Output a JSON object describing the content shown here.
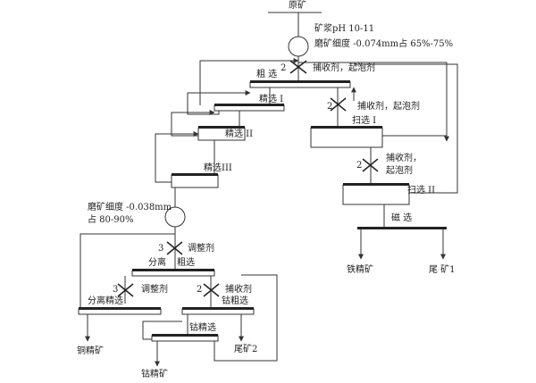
{
  "feed": {
    "ore": "原矿",
    "pulp_ph": "矿浆pH 10-11",
    "grind1": "磨矿细度 -0.074mm占 65%-75%"
  },
  "rougher": {
    "label": "粗 选",
    "stage_no": "2",
    "reagent": "捕收剂，起泡剂"
  },
  "cleaner1": {
    "label": "精选 I"
  },
  "scavenger1": {
    "label": "扫选 I",
    "stage_no": "2",
    "reagent": "捕收剂，起泡剂"
  },
  "cleaner2": {
    "label": "精选 II"
  },
  "cleaner3": {
    "label": "精选III"
  },
  "scavenger2": {
    "label": "扫选 II",
    "stage_no": "2",
    "reagent_line1": "捕收剂，",
    "reagent_line2": "起泡剂"
  },
  "magnetic": {
    "label": "磁 选",
    "iron_conc": "铁精矿",
    "tailing1": "尾 矿1"
  },
  "grind2": {
    "line1": "磨矿细度 -0.038mm",
    "line2": "占 80-90%"
  },
  "separation_conditioner": {
    "stage_no": "3",
    "reagent": "调整剂"
  },
  "separation_rougher": {
    "label_left": "分离",
    "label_right": "粗选"
  },
  "separation_cleaner": {
    "stage_no": "3",
    "reagent": "调整剂",
    "label": "分离精选"
  },
  "cobalt_rougher": {
    "stage_no": "2",
    "reagent": "捕收剂",
    "label": "钴粗选"
  },
  "cobalt_cleaner": {
    "label": "钴精选"
  },
  "products": {
    "copper_conc": "铜精矿",
    "tailing2": "尾矿2",
    "cobalt_conc": "钴精矿"
  }
}
